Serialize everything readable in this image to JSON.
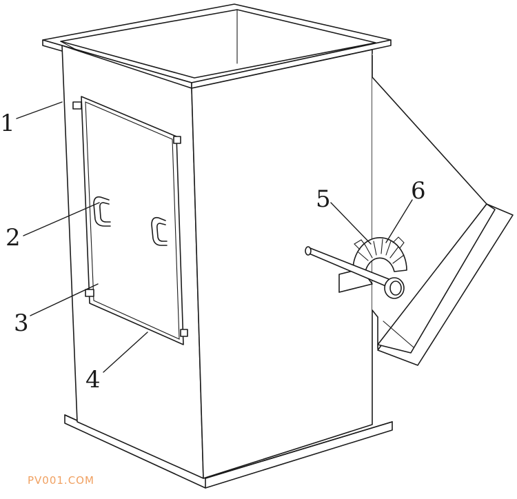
{
  "callouts": [
    {
      "id": "1",
      "label": "1"
    },
    {
      "id": "2",
      "label": "2"
    },
    {
      "id": "3",
      "label": "3"
    },
    {
      "id": "4",
      "label": "4"
    },
    {
      "id": "5",
      "label": "5"
    },
    {
      "id": "6",
      "label": "6"
    }
  ],
  "watermark": "PV001.COM",
  "colors": {
    "line": "#1a1a1a",
    "background": "#ffffff",
    "watermark": "#f0a060"
  }
}
